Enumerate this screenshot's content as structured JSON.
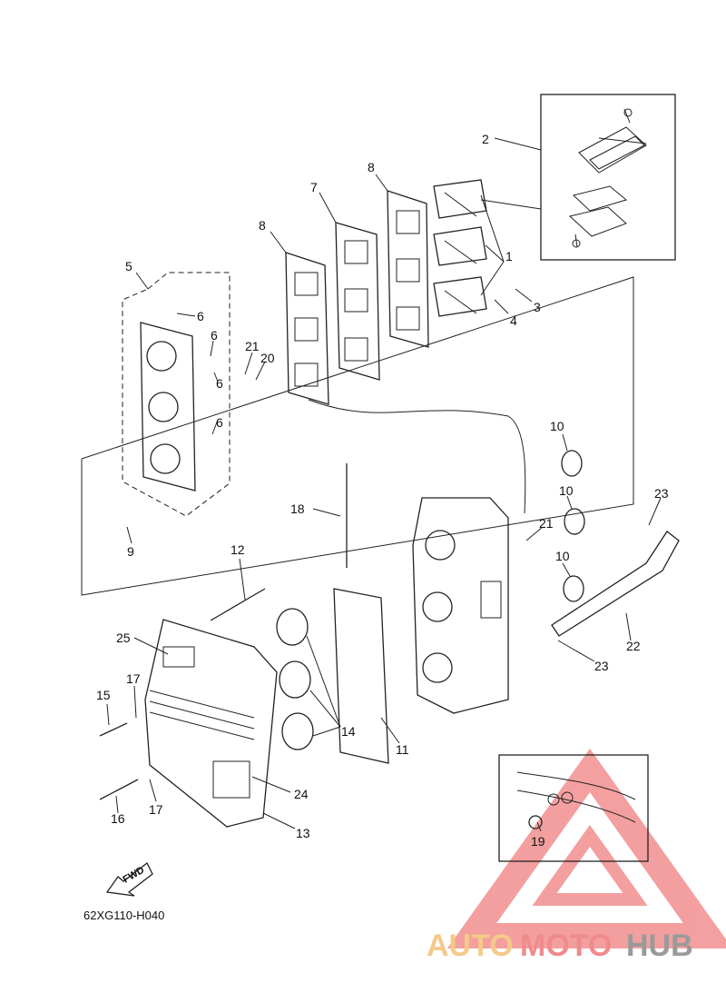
{
  "diagram_code": "62XG110-H040",
  "fwd_label": "FWD",
  "watermark": {
    "auto": "AUTO",
    "moto": "MOTO",
    "hub": "HUB",
    "color_auto": "#f5c98a",
    "color_moto": "#f08b8b",
    "color_hub": "#9a9a9a",
    "logo_color": "#f08080"
  },
  "callouts": [
    {
      "id": "c1",
      "text": "1"
    },
    {
      "id": "c2",
      "text": "2"
    },
    {
      "id": "c3",
      "text": "3"
    },
    {
      "id": "c4",
      "text": "4"
    },
    {
      "id": "c5",
      "text": "5"
    },
    {
      "id": "c6a",
      "text": "6"
    },
    {
      "id": "c6b",
      "text": "6"
    },
    {
      "id": "c6c",
      "text": "6"
    },
    {
      "id": "c6d",
      "text": "6"
    },
    {
      "id": "c7",
      "text": "7"
    },
    {
      "id": "c8a",
      "text": "8"
    },
    {
      "id": "c8b",
      "text": "8"
    },
    {
      "id": "c9",
      "text": "9"
    },
    {
      "id": "c10a",
      "text": "10"
    },
    {
      "id": "c10b",
      "text": "10"
    },
    {
      "id": "c10c",
      "text": "10"
    },
    {
      "id": "c11",
      "text": "11"
    },
    {
      "id": "c12",
      "text": "12"
    },
    {
      "id": "c13",
      "text": "13"
    },
    {
      "id": "c14",
      "text": "14"
    },
    {
      "id": "c15",
      "text": "15"
    },
    {
      "id": "c16",
      "text": "16"
    },
    {
      "id": "c17a",
      "text": "17"
    },
    {
      "id": "c17b",
      "text": "17"
    },
    {
      "id": "c18",
      "text": "18"
    },
    {
      "id": "c19",
      "text": "19"
    },
    {
      "id": "c20",
      "text": "20"
    },
    {
      "id": "c21a",
      "text": "21"
    },
    {
      "id": "c21b",
      "text": "21"
    },
    {
      "id": "c22",
      "text": "22"
    },
    {
      "id": "c23a",
      "text": "23"
    },
    {
      "id": "c23b",
      "text": "23"
    },
    {
      "id": "c24",
      "text": "24"
    },
    {
      "id": "c25",
      "text": "25"
    }
  ]
}
